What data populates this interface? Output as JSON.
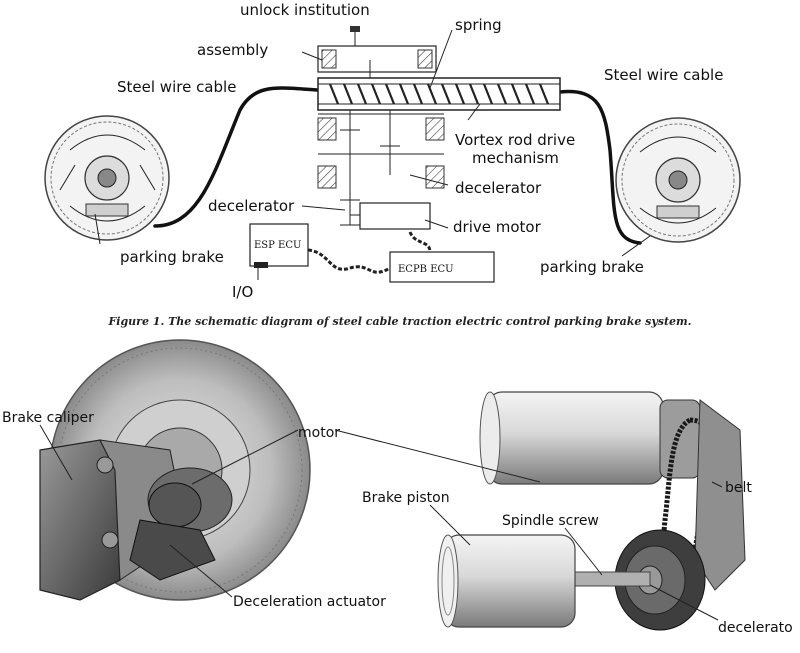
{
  "top_figure": {
    "labels": {
      "unlock": "unlock  institution",
      "assembly": "assembly",
      "spring": "spring",
      "steel_left": "Steel wire cable",
      "steel_right": "Steel wire cable",
      "vortex_1": "Vortex rod drive",
      "vortex_2": "mechanism",
      "decel_right": "decelerator",
      "decel_left": "decelerator",
      "drive_motor": "drive motor",
      "parking_left": "parking brake",
      "parking_right": "parking brake",
      "io": "I/O",
      "esp_ecu": "ESP  ECU",
      "ecpb_ecu": "ECPB    ECU"
    },
    "caption": "Figure 1. The schematic diagram of steel cable traction electric control parking brake system."
  },
  "bottom_left": {
    "brake_caliper": "Brake caliper",
    "motor": "motor",
    "deceleration_actuator": "Deceleration actuator"
  },
  "bottom_right": {
    "belt": "belt",
    "brake_piston": "Brake piston",
    "spindle_screw": "Spindle screw",
    "decelerator": "decelerato"
  }
}
